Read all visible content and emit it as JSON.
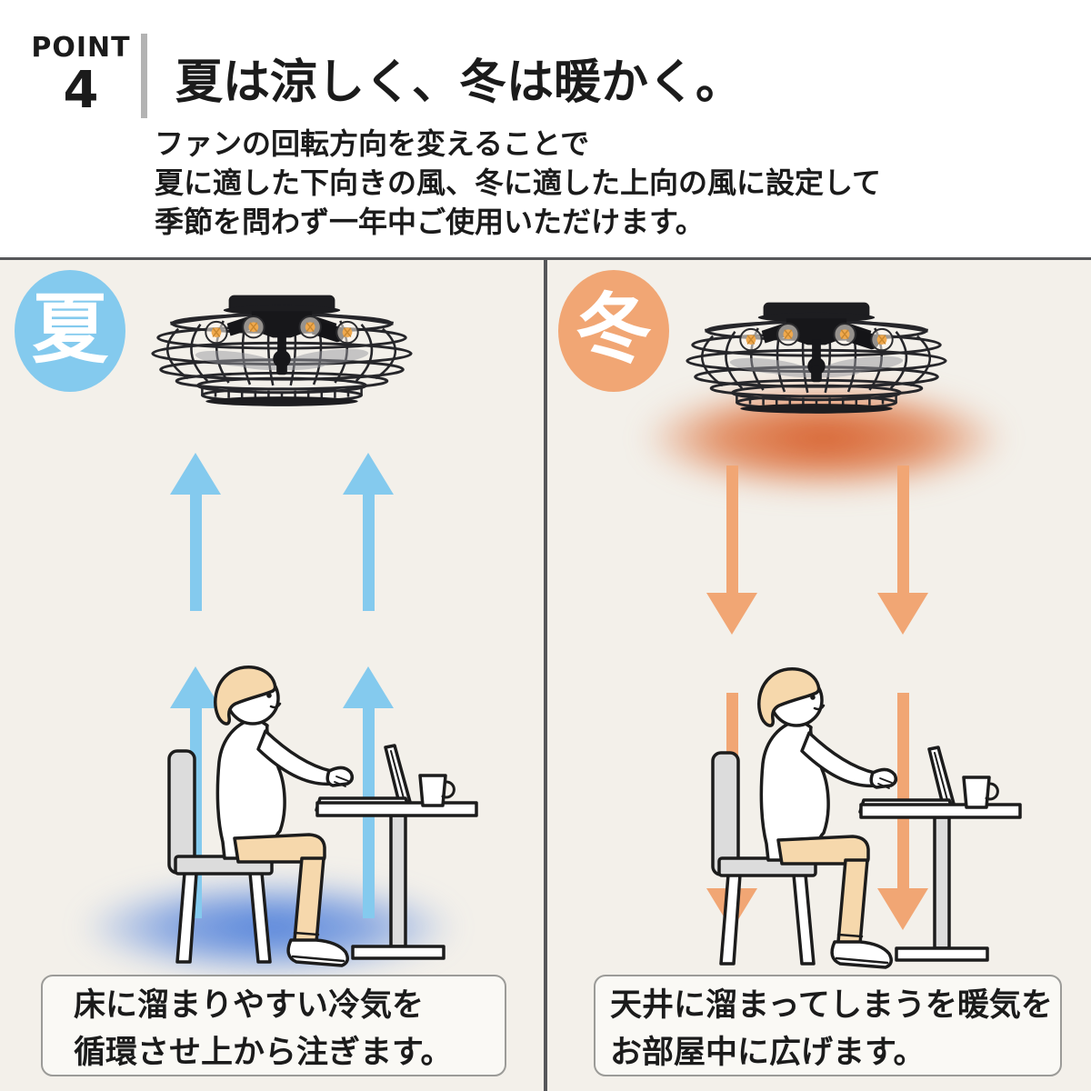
{
  "point_badge": {
    "label": "POINT",
    "number": "4"
  },
  "header": {
    "title": "夏は涼しく、冬は暖かく。",
    "description_lines": [
      "ファンの回転方向を変えることで",
      "夏に適した下向きの風、冬に適した上向の風に設定して",
      "季節を問わず一年中ご使用いただけます。"
    ]
  },
  "panels": {
    "summer": {
      "badge": "夏",
      "airflow_direction": "up",
      "caption_lines": [
        "床に溜まりやすい冷気を",
        "循環させ上から注ぎます。"
      ]
    },
    "winter": {
      "badge": "冬",
      "airflow_direction": "down",
      "caption_lines": [
        "天井に溜まってしまうを暖気を",
        "お部屋中に広げます。"
      ]
    }
  },
  "colors": {
    "ink": "#1B1B1B",
    "summer_accent": "#84CAEE",
    "summer_glow_core": "#4E7FD9",
    "winter_accent": "#F1A674",
    "winter_glow_core": "#D65E2C",
    "panel_bg": "#F3F0EA",
    "caption_bg": "#FAF9F5",
    "caption_border": "#9B9B98",
    "divider": "#56575A",
    "point_divider": "#B3B3B3"
  }
}
